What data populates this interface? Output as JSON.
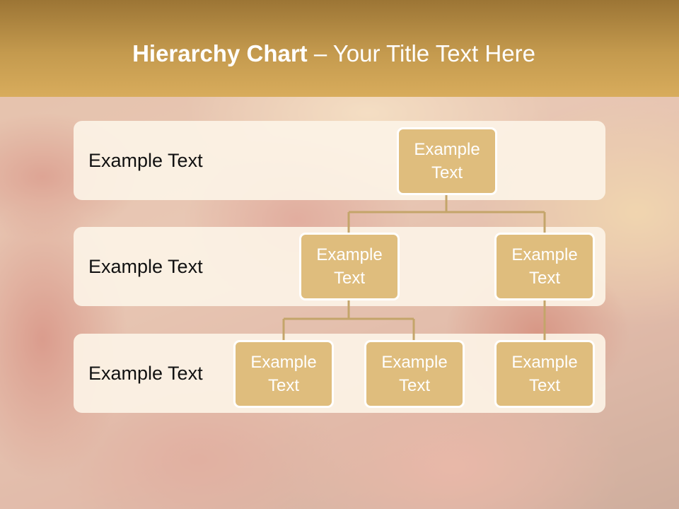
{
  "slide": {
    "title_bold": "Hierarchy Chart",
    "title_dash": " – ",
    "title_rest": "Your Title Text Here"
  },
  "levels": [
    {
      "label": "Example Text"
    },
    {
      "label": "Example Text"
    },
    {
      "label": "Example Text"
    }
  ],
  "nodes": {
    "root": "Example Text",
    "level2_left": "Example Text",
    "level2_right": "Example Text",
    "level3_a": "Example Text",
    "level3_b": "Example Text",
    "level3_c": "Example Text"
  },
  "colors": {
    "header": "#c49a4e",
    "node_fill": "#dfbd7d",
    "connector": "#c4a56a",
    "band": "#fcf3e6"
  }
}
